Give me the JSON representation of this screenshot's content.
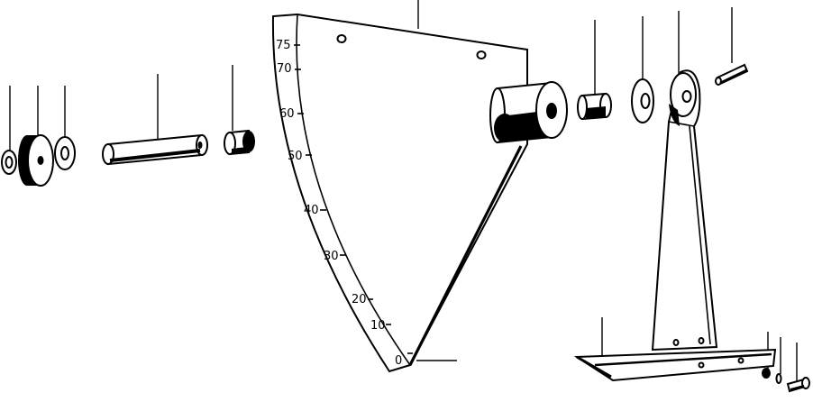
{
  "diagram": {
    "scale_marks": [
      "0",
      "10",
      "20",
      "30",
      "40",
      "50",
      "60",
      "70",
      "75"
    ]
  }
}
